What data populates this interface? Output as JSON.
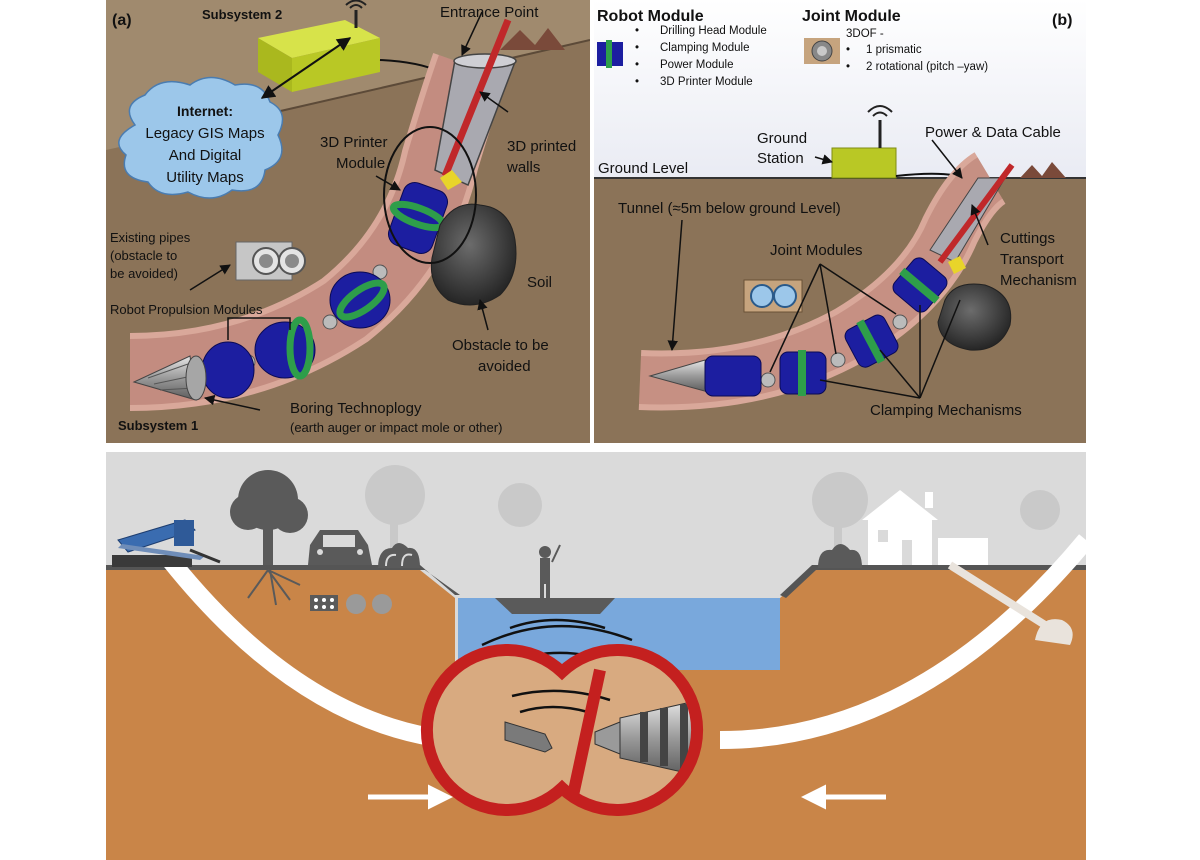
{
  "panel_a": {
    "tag": "(a)",
    "subsystem2": "Subsystem 2",
    "entrance_point": "Entrance Point",
    "internet_lines": [
      "Internet:",
      "Legacy GIS Maps",
      "And Digital",
      "Utility Maps"
    ],
    "printer_module_lines": [
      "3D Printer",
      "Module"
    ],
    "printed_walls_lines": [
      "3D printed",
      "walls"
    ],
    "existing_pipes_lines": [
      "Existing pipes",
      "(obstacle to",
      "be avoided)"
    ],
    "soil": "Soil",
    "propulsion": "Robot Propulsion Modules",
    "obstacle_lines": [
      "Obstacle to be",
      "avoided"
    ],
    "boring_lines": [
      "Boring Technoplogy",
      "(earth auger or impact mole or other)"
    ],
    "subsystem1": "Subsystem 1"
  },
  "panel_b": {
    "tag": "(b)",
    "robot_module_title": "Robot Module",
    "robot_module_items": [
      "Drilling Head Module",
      "Clamping Module",
      "Power Module",
      "3D Printer Module"
    ],
    "joint_module_title": "Joint Module",
    "joint_dof": "3DOF -",
    "joint_items": [
      "1 prismatic",
      "2 rotational (pitch –yaw)"
    ],
    "ground_station_lines": [
      "Ground",
      "Station"
    ],
    "power_cable": "Power & Data Cable",
    "ground_level": "Ground Level",
    "tunnel": "Tunnel (≈5m below ground Level)",
    "joint_modules": "Joint Modules",
    "cuttings_lines": [
      "Cuttings",
      "Transport",
      "Mechanism"
    ],
    "clamping": "Clamping Mechanisms"
  },
  "colors": {
    "soil_brown": "#8b7358",
    "module_blue": "#1c1ea0",
    "ring_green": "#2e9e4a",
    "cable_red": "#c0282a",
    "station_yellow": "#b9c825",
    "cloud_blue": "#9cc7ea",
    "earth_orange": "#c98548",
    "water_blue": "#79a8dc",
    "sky_gray": "#dadada",
    "silhouette_gray": "#5a5a5a",
    "prohibit_red": "#c4201f"
  }
}
